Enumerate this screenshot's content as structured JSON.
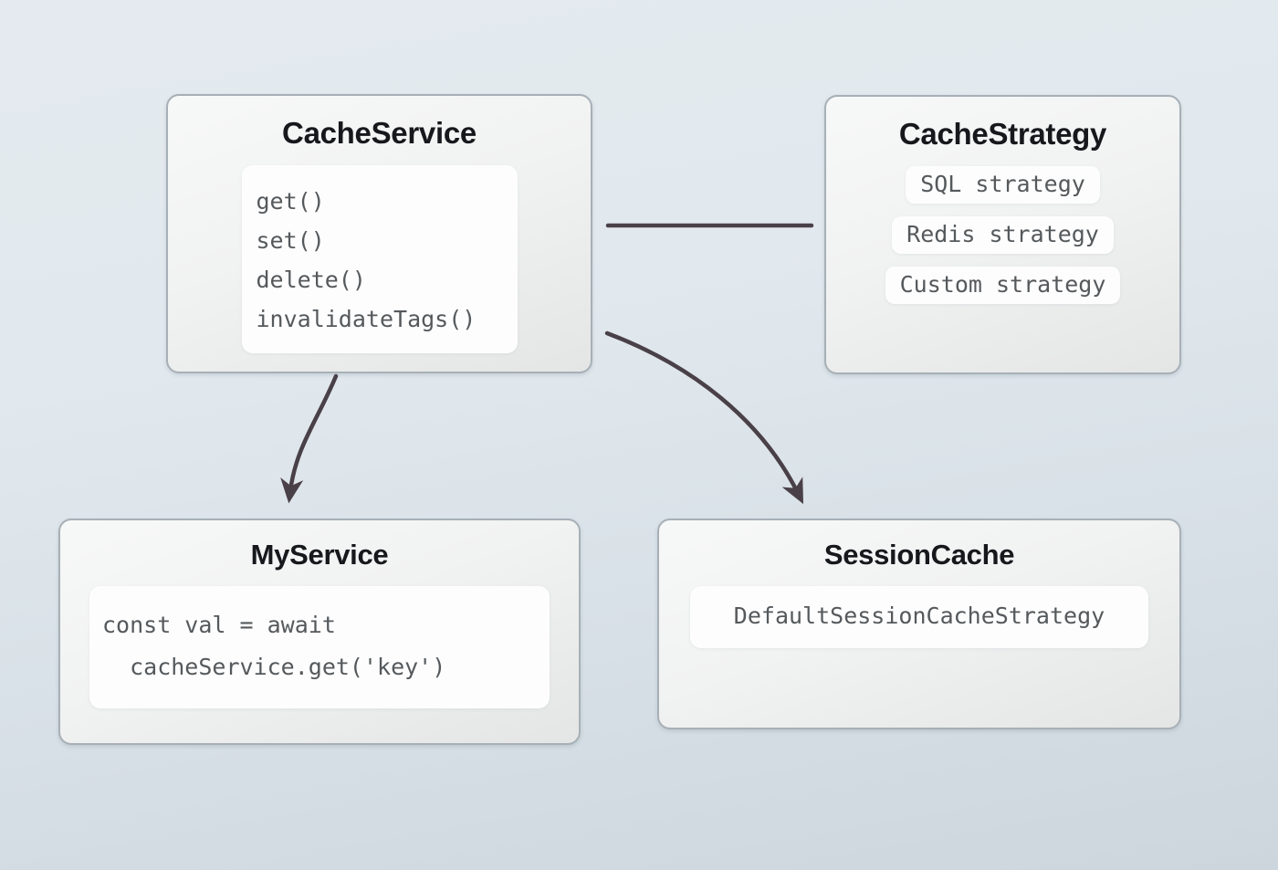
{
  "diagram": {
    "title_semantic": "cache-service-architecture",
    "background": {
      "top_color": "#e4eaef",
      "bottom_color": "#ccd6dc"
    },
    "connector_color": "#4a4048",
    "border_color": "#a7b0b6",
    "code_text_color": "#55595c",
    "title_text_color": "#16181c"
  },
  "nodes": {
    "cache_service": {
      "title": "CacheService",
      "methods": [
        "get()",
        "set()",
        "delete()",
        "invalidateTags()"
      ]
    },
    "cache_strategy": {
      "title": "CacheStrategy",
      "strategies": [
        "SQL strategy",
        "Redis strategy",
        "Custom strategy"
      ]
    },
    "my_service": {
      "title": "MyService",
      "code_lines": [
        "const val = await",
        "  cacheService.get('key')"
      ]
    },
    "session_cache": {
      "title": "SessionCache",
      "code": "DefaultSessionCacheStrategy"
    }
  },
  "connectors": [
    {
      "name": "cache-service-to-cache-strategy",
      "type": "line",
      "from": "cache_service",
      "to": "cache_strategy"
    },
    {
      "name": "cache-service-to-my-service",
      "type": "curved-arrow",
      "from": "cache_service",
      "to": "my_service"
    },
    {
      "name": "cache-service-to-session-cache",
      "type": "curved-arrow",
      "from": "cache_service",
      "to": "session_cache"
    }
  ]
}
